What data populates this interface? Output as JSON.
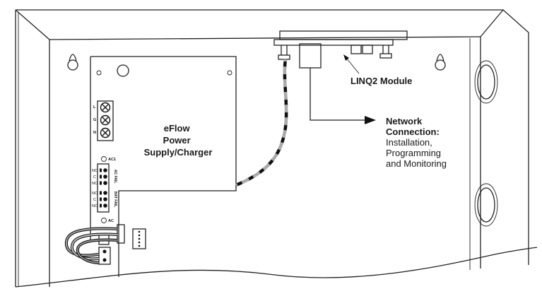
{
  "diagram": {
    "psu_label": [
      "eFlow",
      "Power",
      "Supply/Charger"
    ],
    "module_label": "LINQ2 Module",
    "network_label": {
      "bold_lines": [
        "Network",
        "Connection:"
      ],
      "normal_lines": [
        "Installation,",
        "Programming",
        "and Monitoring"
      ]
    },
    "terminal_letters": [
      "L",
      "G",
      "N"
    ],
    "led_ac1": "AC1",
    "led_ac": "AC",
    "ac_fail_terms": [
      "NC",
      "C",
      "NO"
    ],
    "ac_fail_label": "AC FAIL",
    "bat_fail_terms": [
      "NC",
      "C",
      "NO"
    ],
    "bat_fail_label": "BAT FAIL"
  }
}
